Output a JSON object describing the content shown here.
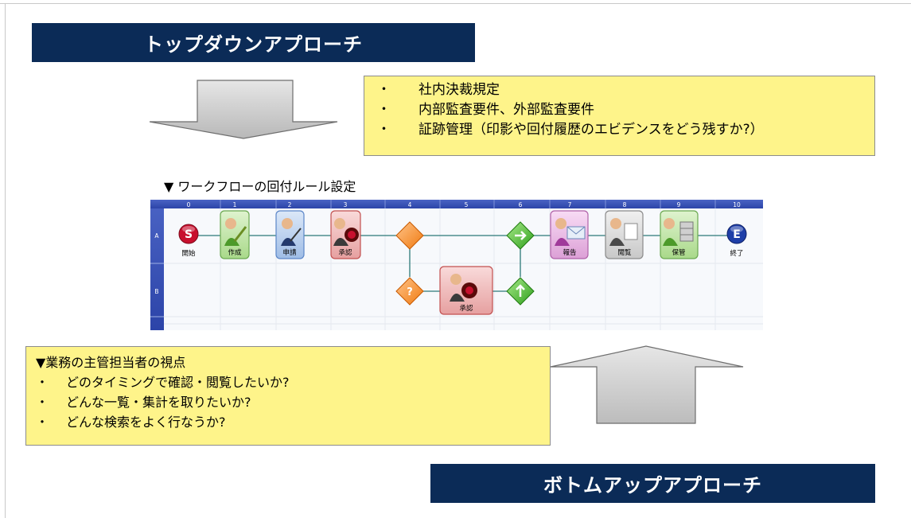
{
  "top_banner": "トップダウンアプローチ",
  "bottom_banner": "ボトムアップアプローチ",
  "top_note": {
    "bullet": "・",
    "items": [
      "社内決裁規定",
      "内部監査要件、外部監査要件",
      "証跡管理（印影や回付履歴のエビデンスをどう残すか?）"
    ]
  },
  "bottom_note": {
    "heading": "▼業務の主管担当者の視点",
    "bullet": "・",
    "items": [
      "どのタイミングで確認・閲覧したいか?",
      "どんな一覧・集計を取りたいか?",
      "どんな検索をよく行なうか?"
    ]
  },
  "workflow": {
    "caption": "▼ ワークフローの回付ルール設定",
    "columns": [
      "0",
      "1",
      "2",
      "3",
      "4",
      "5",
      "6",
      "7",
      "8",
      "9",
      "10"
    ],
    "rows": [
      "A",
      "B"
    ],
    "nodes": {
      "start": {
        "letter": "S",
        "label": "開始",
        "color": "#c8102e"
      },
      "create": {
        "label": "作成"
      },
      "apply": {
        "label": "申請"
      },
      "approve_a": {
        "label": "承認"
      },
      "approve_b": {
        "label": "承認"
      },
      "report": {
        "label": "報告"
      },
      "view": {
        "label": "閲覧"
      },
      "store": {
        "label": "保管"
      },
      "end": {
        "letter": "E",
        "label": "終了",
        "color": "#1f3fa8"
      },
      "branch_q": {
        "symbol": "?"
      }
    }
  }
}
